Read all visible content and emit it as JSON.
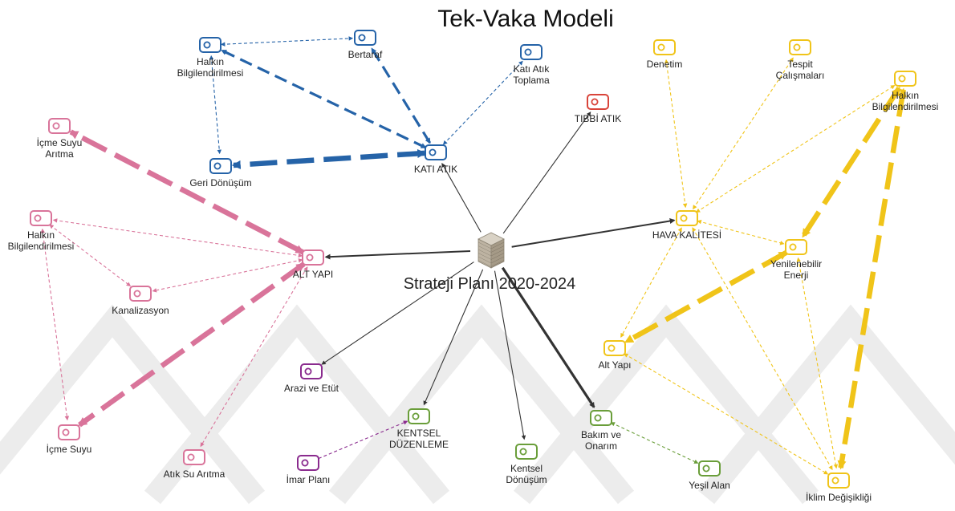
{
  "title": "Tek-Vaka Modeli",
  "colors": {
    "blue": "#2563A8",
    "pink": "#D9749A",
    "yellow": "#F0C419",
    "red": "#D9443A",
    "green": "#6A9E3A",
    "purple": "#8A2B8E",
    "gray": "#333333"
  },
  "nodes": [
    {
      "id": "center",
      "label": "Strateji Planı 2020-2024",
      "icon": "cube-stack-icon"
    },
    {
      "id": "kati_atik",
      "label": "KATI ATIK",
      "color": "blue"
    },
    {
      "id": "halkin_blue",
      "label": "Halkın\nBilgilendirilmesi",
      "color": "blue"
    },
    {
      "id": "bertaraf",
      "label": "Bertaraf",
      "color": "blue"
    },
    {
      "id": "kati_atik_toplama",
      "label": "Katı Atık\nToplama",
      "color": "blue"
    },
    {
      "id": "geri_donusum",
      "label": "Geri Dönüşüm",
      "color": "blue"
    },
    {
      "id": "tibbi_atik",
      "label": "TIBBİ ATIK",
      "color": "red"
    },
    {
      "id": "alt_yapi",
      "label": "ALT YAPI",
      "color": "pink"
    },
    {
      "id": "icme_suyu_aritma",
      "label": "İçme Suyu\nArıtma",
      "color": "pink"
    },
    {
      "id": "halkin_pink",
      "label": "Halkın\nBilgilendirilmesi",
      "color": "pink"
    },
    {
      "id": "kanalizasyon",
      "label": "Kanalizasyon",
      "color": "pink"
    },
    {
      "id": "icme_suyu",
      "label": "İçme Suyu",
      "color": "pink"
    },
    {
      "id": "atik_su_aritma",
      "label": "Atık Su Arıtma",
      "color": "pink"
    },
    {
      "id": "arazi",
      "label": "Arazi ve Etüt",
      "color": "purple"
    },
    {
      "id": "imar",
      "label": "İmar Planı",
      "color": "purple"
    },
    {
      "id": "kentsel_duzenleme",
      "label": "KENTSEL\nDÜZENLEME",
      "color": "green"
    },
    {
      "id": "kentsel_donusum",
      "label": "Kentsel\nDönüşüm",
      "color": "green"
    },
    {
      "id": "bakim",
      "label": "Bakım ve\nOnarım",
      "color": "green"
    },
    {
      "id": "yesil",
      "label": "Yeşil Alan",
      "color": "green"
    },
    {
      "id": "hava",
      "label": "HAVA KALİTESİ",
      "color": "yellow"
    },
    {
      "id": "denetim",
      "label": "Denetim",
      "color": "yellow"
    },
    {
      "id": "tespit",
      "label": "Tespit\nÇalışmaları",
      "color": "yellow"
    },
    {
      "id": "halkin_yellow",
      "label": "Halkın\nBilgilendirilmesi",
      "color": "yellow"
    },
    {
      "id": "yenilenebilir",
      "label": "Yenilenebilir\nEnerji",
      "color": "yellow"
    },
    {
      "id": "alt_yapi_y",
      "label": "Alt Yapı",
      "color": "yellow"
    },
    {
      "id": "iklim",
      "label": "İklim Değişikliği",
      "color": "yellow"
    }
  ],
  "edges": [
    {
      "from": "center",
      "to": "kati_atik",
      "color": "gray",
      "weight": "thin",
      "style": "solid",
      "arrow": "end"
    },
    {
      "from": "center",
      "to": "tibbi_atik",
      "color": "gray",
      "weight": "thin",
      "style": "solid",
      "arrow": "end"
    },
    {
      "from": "center",
      "to": "hava",
      "color": "gray",
      "weight": "medium",
      "style": "solid",
      "arrow": "end"
    },
    {
      "from": "center",
      "to": "alt_yapi",
      "color": "gray",
      "weight": "medium",
      "style": "solid",
      "arrow": "end"
    },
    {
      "from": "center",
      "to": "arazi",
      "color": "gray",
      "weight": "thin",
      "style": "solid",
      "arrow": "end"
    },
    {
      "from": "center",
      "to": "kentsel_duzenleme",
      "color": "gray",
      "weight": "thin",
      "style": "solid",
      "arrow": "end"
    },
    {
      "from": "center",
      "to": "kentsel_donusum",
      "color": "gray",
      "weight": "thin",
      "style": "solid",
      "arrow": "end"
    },
    {
      "from": "center",
      "to": "bakim",
      "color": "gray",
      "weight": "thick",
      "style": "solid",
      "arrow": "end"
    },
    {
      "from": "kati_atik",
      "to": "halkin_blue",
      "color": "blue",
      "weight": "thick",
      "style": "dash",
      "arrow": "both"
    },
    {
      "from": "kati_atik",
      "to": "bertaraf",
      "color": "blue",
      "weight": "thick",
      "style": "dash",
      "arrow": "both"
    },
    {
      "from": "kati_atik",
      "to": "geri_donusum",
      "color": "blue",
      "weight": "heavy",
      "style": "dash",
      "arrow": "both"
    },
    {
      "from": "kati_atik",
      "to": "kati_atik_toplama",
      "color": "blue",
      "weight": "thin",
      "style": "dot",
      "arrow": "both"
    },
    {
      "from": "halkin_blue",
      "to": "bertaraf",
      "color": "blue",
      "weight": "thin",
      "style": "dot",
      "arrow": "both"
    },
    {
      "from": "halkin_blue",
      "to": "geri_donusum",
      "color": "blue",
      "weight": "thin",
      "style": "dot",
      "arrow": "both"
    },
    {
      "from": "alt_yapi",
      "to": "icme_suyu_aritma",
      "color": "pink",
      "weight": "heavy",
      "style": "dash",
      "arrow": "both"
    },
    {
      "from": "alt_yapi",
      "to": "icme_suyu",
      "color": "pink",
      "weight": "heavy",
      "style": "dash",
      "arrow": "both"
    },
    {
      "from": "alt_yapi",
      "to": "halkin_pink",
      "color": "pink",
      "weight": "thin",
      "style": "dot",
      "arrow": "both"
    },
    {
      "from": "alt_yapi",
      "to": "kanalizasyon",
      "color": "pink",
      "weight": "thin",
      "style": "dot",
      "arrow": "both"
    },
    {
      "from": "alt_yapi",
      "to": "atik_su_aritma",
      "color": "pink",
      "weight": "thin",
      "style": "dot",
      "arrow": "both"
    },
    {
      "from": "halkin_pink",
      "to": "kanalizasyon",
      "color": "pink",
      "weight": "thin",
      "style": "dot",
      "arrow": "both"
    },
    {
      "from": "halkin_pink",
      "to": "icme_suyu",
      "color": "pink",
      "weight": "thin",
      "style": "dot",
      "arrow": "both"
    },
    {
      "from": "imar",
      "to": "kentsel_duzenleme",
      "color": "purple",
      "weight": "thin",
      "style": "dot",
      "arrow": "end"
    },
    {
      "from": "bakim",
      "to": "yesil",
      "color": "green",
      "weight": "thin",
      "style": "dot",
      "arrow": "both"
    },
    {
      "from": "hava",
      "to": "denetim",
      "color": "yellow",
      "weight": "thin",
      "style": "dot",
      "arrow": "both"
    },
    {
      "from": "hava",
      "to": "tespit",
      "color": "yellow",
      "weight": "thin",
      "style": "dot",
      "arrow": "both"
    },
    {
      "from": "hava",
      "to": "halkin_yellow",
      "color": "yellow",
      "weight": "thin",
      "style": "dot",
      "arrow": "both"
    },
    {
      "from": "hava",
      "to": "yenilenebilir",
      "color": "yellow",
      "weight": "thin",
      "style": "dot",
      "arrow": "both"
    },
    {
      "from": "hava",
      "to": "alt_yapi_y",
      "color": "yellow",
      "weight": "thin",
      "style": "dot",
      "arrow": "both"
    },
    {
      "from": "hava",
      "to": "iklim",
      "color": "yellow",
      "weight": "thin",
      "style": "dot",
      "arrow": "both"
    },
    {
      "from": "halkin_yellow",
      "to": "yenilenebilir",
      "color": "yellow",
      "weight": "heavy",
      "style": "dash",
      "arrow": "both"
    },
    {
      "from": "halkin_yellow",
      "to": "iklim",
      "color": "yellow",
      "weight": "heavy",
      "style": "dash",
      "arrow": "both"
    },
    {
      "from": "yenilenebilir",
      "to": "alt_yapi_y",
      "color": "yellow",
      "weight": "heavy",
      "style": "dash",
      "arrow": "both"
    },
    {
      "from": "yenilenebilir",
      "to": "iklim",
      "color": "yellow",
      "weight": "thin",
      "style": "dot",
      "arrow": "both"
    },
    {
      "from": "alt_yapi_y",
      "to": "iklim",
      "color": "yellow",
      "weight": "thin",
      "style": "dot",
      "arrow": "both"
    }
  ]
}
